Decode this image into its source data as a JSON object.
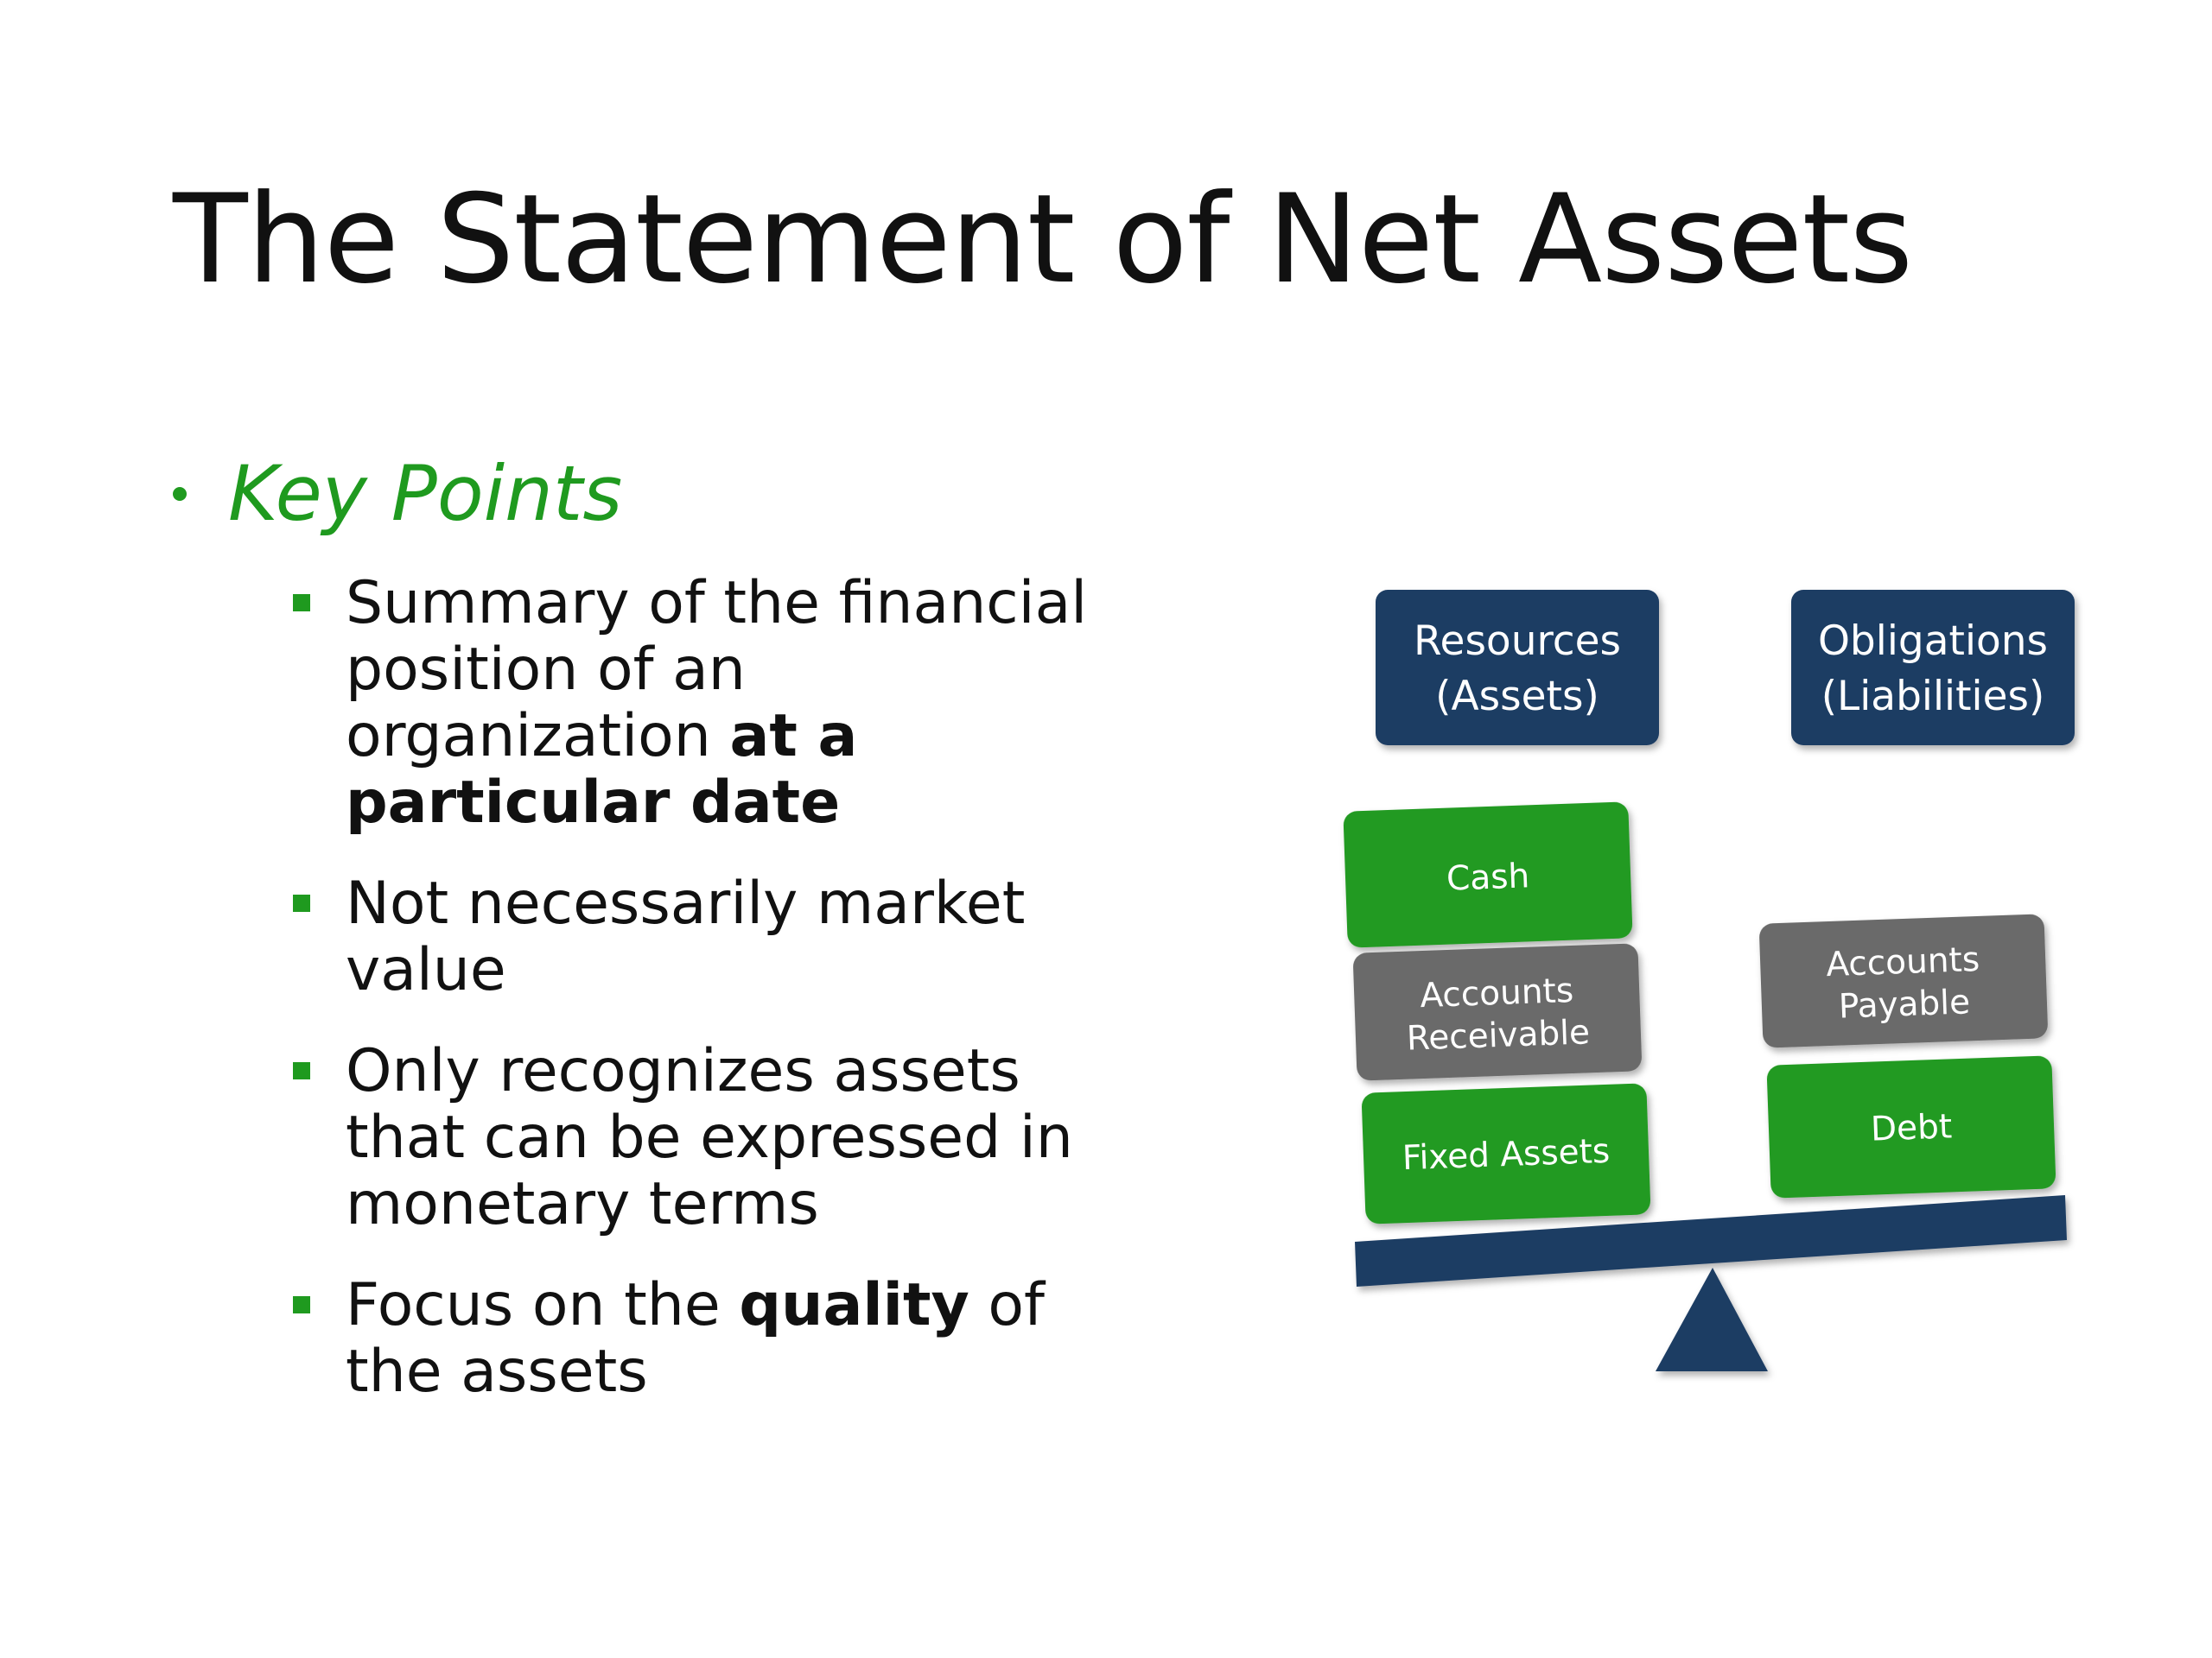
{
  "slide": {
    "title": "The Statement of Net Assets",
    "key_points_heading": "Key Points",
    "bullets": [
      {
        "parts": [
          {
            "text": "Summary of the financial position of an organization ",
            "bold": false
          },
          {
            "text": "at a particular date",
            "bold": true
          }
        ]
      },
      {
        "parts": [
          {
            "text": "Not necessarily market value",
            "bold": false
          }
        ]
      },
      {
        "parts": [
          {
            "text": "Only recognizes assets that can be expressed in monetary terms",
            "bold": false
          }
        ]
      },
      {
        "parts": [
          {
            "text": "Focus on the ",
            "bold": false
          },
          {
            "text": "quality",
            "bold": true
          },
          {
            "text": " of the assets",
            "bold": false
          }
        ]
      }
    ]
  },
  "diagram": {
    "resources_header": [
      "Resources",
      "(Assets)"
    ],
    "obligations_header": [
      "Obligations",
      "(Liabilities)"
    ],
    "assets": [
      {
        "lines": [
          "Cash"
        ],
        "kind": "green"
      },
      {
        "lines": [
          "Accounts",
          "Receivable"
        ],
        "kind": "gray"
      },
      {
        "lines": [
          "Fixed Assets"
        ],
        "kind": "green"
      }
    ],
    "liabilities": [
      {
        "lines": [
          "Accounts",
          "Payable"
        ],
        "kind": "gray"
      },
      {
        "lines": [
          "Debt"
        ],
        "kind": "green"
      }
    ]
  },
  "colors": {
    "title_text": "#111111",
    "accent_green": "#1f9a1f",
    "navy": "#1f3d64",
    "gray_box": "#6b6b6b",
    "green_box": "#219a21"
  }
}
